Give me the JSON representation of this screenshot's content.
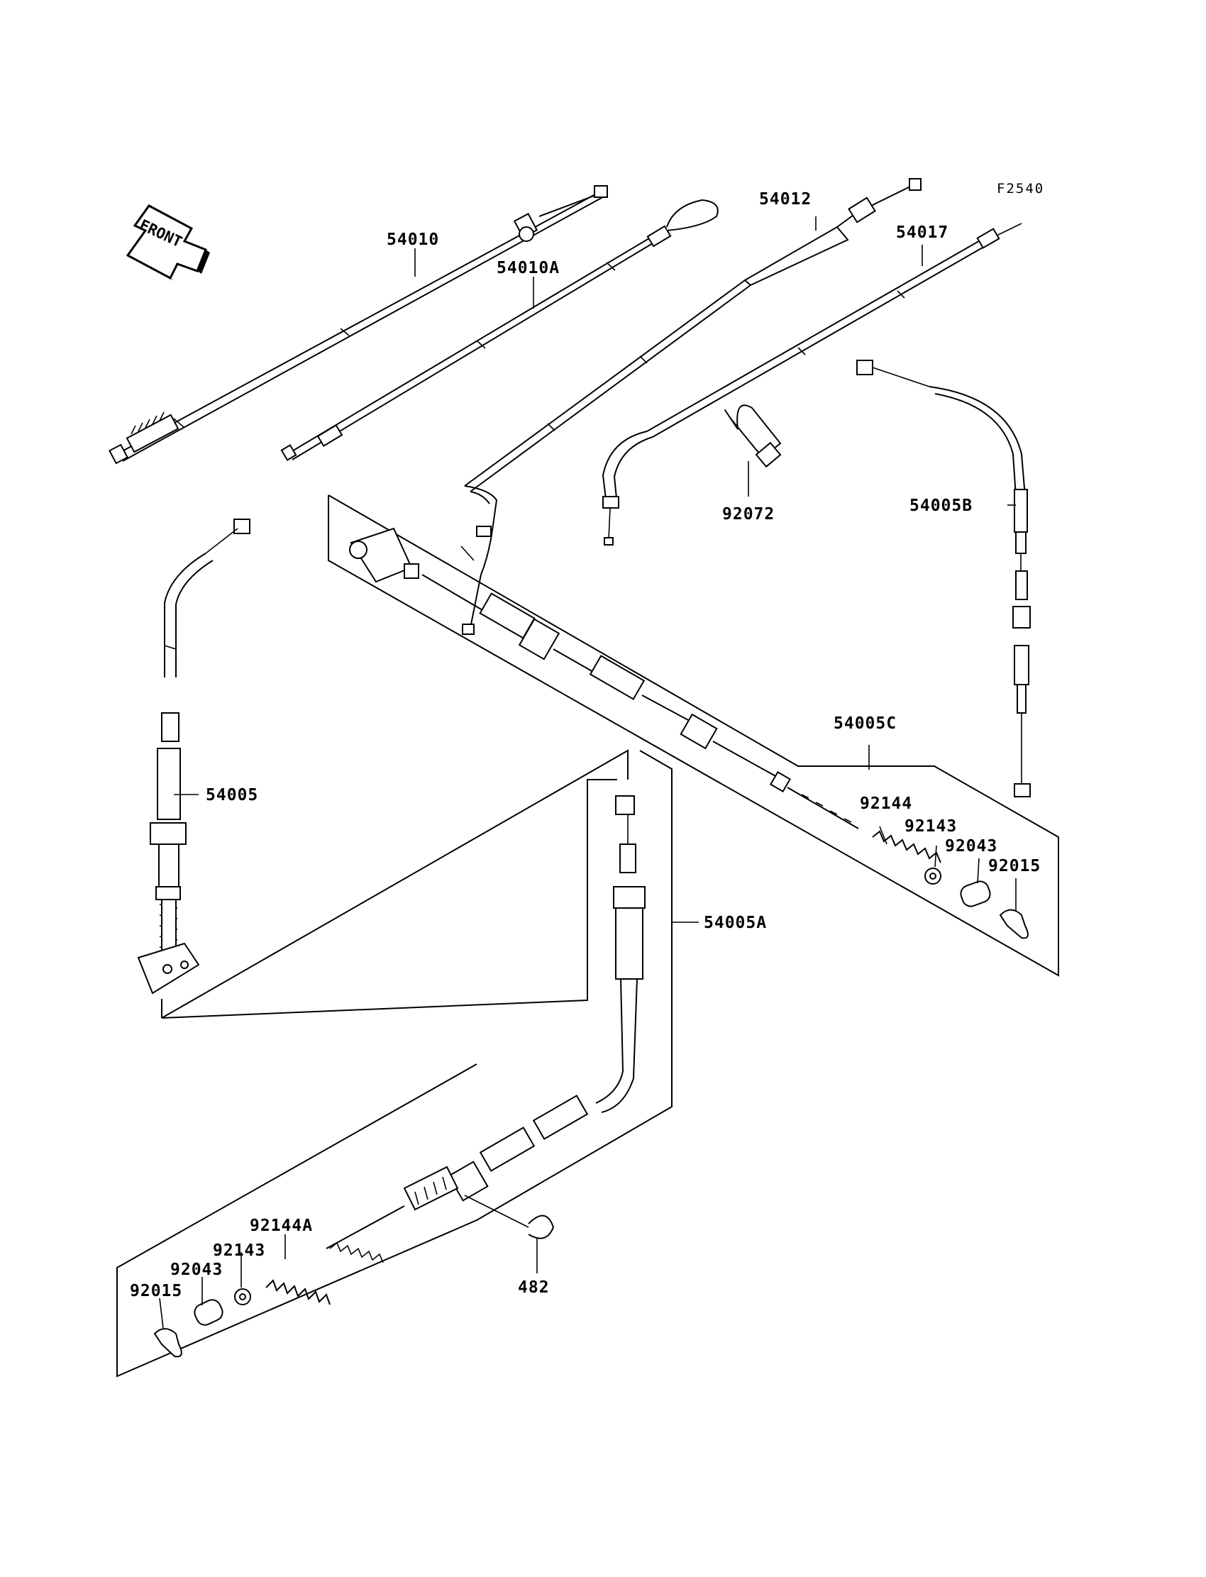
{
  "figure_code": "F2540",
  "front_marker": "FRONT",
  "parts": [
    {
      "id": "p54010",
      "number": "54010"
    },
    {
      "id": "p54010a",
      "number": "54010A"
    },
    {
      "id": "p54012",
      "number": "54012"
    },
    {
      "id": "p54017",
      "number": "54017"
    },
    {
      "id": "p92072",
      "number": "92072"
    },
    {
      "id": "p54005b",
      "number": "54005B"
    },
    {
      "id": "p54005",
      "number": "54005"
    },
    {
      "id": "p54005c",
      "number": "54005C"
    },
    {
      "id": "p92144",
      "number": "92144"
    },
    {
      "id": "p92143",
      "number": "92143"
    },
    {
      "id": "p92043",
      "number": "92043"
    },
    {
      "id": "p92015",
      "number": "92015"
    },
    {
      "id": "p54005a",
      "number": "54005A"
    },
    {
      "id": "p482",
      "number": "482"
    },
    {
      "id": "p92144a",
      "number": "92144A"
    },
    {
      "id": "p92143b",
      "number": "92143"
    },
    {
      "id": "p92043b",
      "number": "92043"
    },
    {
      "id": "p92015b",
      "number": "92015"
    }
  ]
}
